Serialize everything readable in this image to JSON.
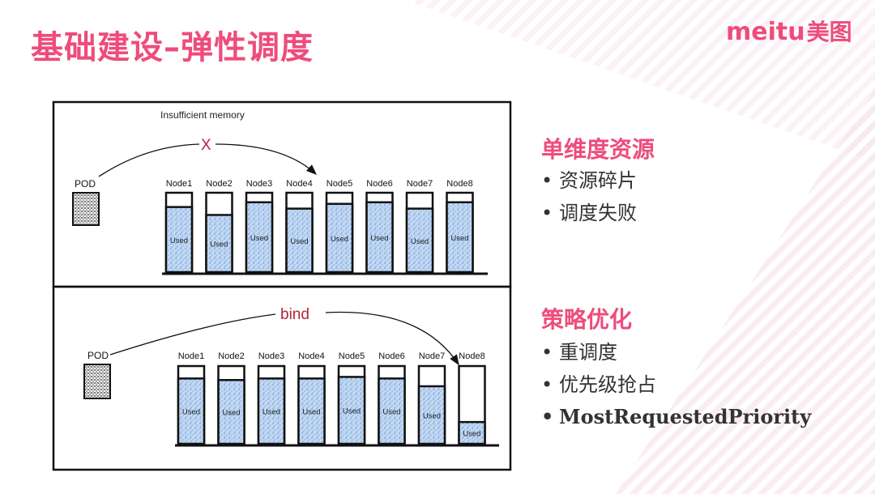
{
  "title": "基础建设–弹性调度",
  "logo": {
    "latin": "meitu",
    "cn": "美图"
  },
  "colors": {
    "accent": "#ee4c7c",
    "fill": "#a9c8ee",
    "stroke": "#111111"
  },
  "diagram": {
    "top": {
      "annotation": "Insufficient memory",
      "arrow_label": "X",
      "pod_label": "POD",
      "nodes": [
        {
          "label": "Node1",
          "used": "Used",
          "used_fraction": 0.82
        },
        {
          "label": "Node2",
          "used": "Used",
          "used_fraction": 0.72
        },
        {
          "label": "Node3",
          "used": "Used",
          "used_fraction": 0.88
        },
        {
          "label": "Node4",
          "used": "Used",
          "used_fraction": 0.8
        },
        {
          "label": "Node5",
          "used": "Used",
          "used_fraction": 0.86
        },
        {
          "label": "Node6",
          "used": "Used",
          "used_fraction": 0.88
        },
        {
          "label": "Node7",
          "used": "Used",
          "used_fraction": 0.8
        },
        {
          "label": "Node8",
          "used": "Used",
          "used_fraction": 0.88
        }
      ]
    },
    "bottom": {
      "arrow_label": "bind",
      "pod_label": "POD",
      "nodes": [
        {
          "label": "Node1",
          "used": "Used",
          "used_fraction": 0.84
        },
        {
          "label": "Node2",
          "used": "Used",
          "used_fraction": 0.82
        },
        {
          "label": "Node3",
          "used": "Used",
          "used_fraction": 0.84
        },
        {
          "label": "Node4",
          "used": "Used",
          "used_fraction": 0.84
        },
        {
          "label": "Node5",
          "used": "Used",
          "used_fraction": 0.86
        },
        {
          "label": "Node6",
          "used": "Used",
          "used_fraction": 0.84
        },
        {
          "label": "Node7",
          "used": "Used",
          "used_fraction": 0.74
        },
        {
          "label": "Node8",
          "used": "Used",
          "used_fraction": 0.28
        }
      ]
    }
  },
  "panel": {
    "section1": {
      "heading": "单维度资源",
      "items": [
        "资源碎片",
        "调度失败"
      ]
    },
    "section2": {
      "heading": "策略优化",
      "items": [
        "重调度",
        "优先级抢占",
        "MostRequestedPriority"
      ]
    }
  }
}
